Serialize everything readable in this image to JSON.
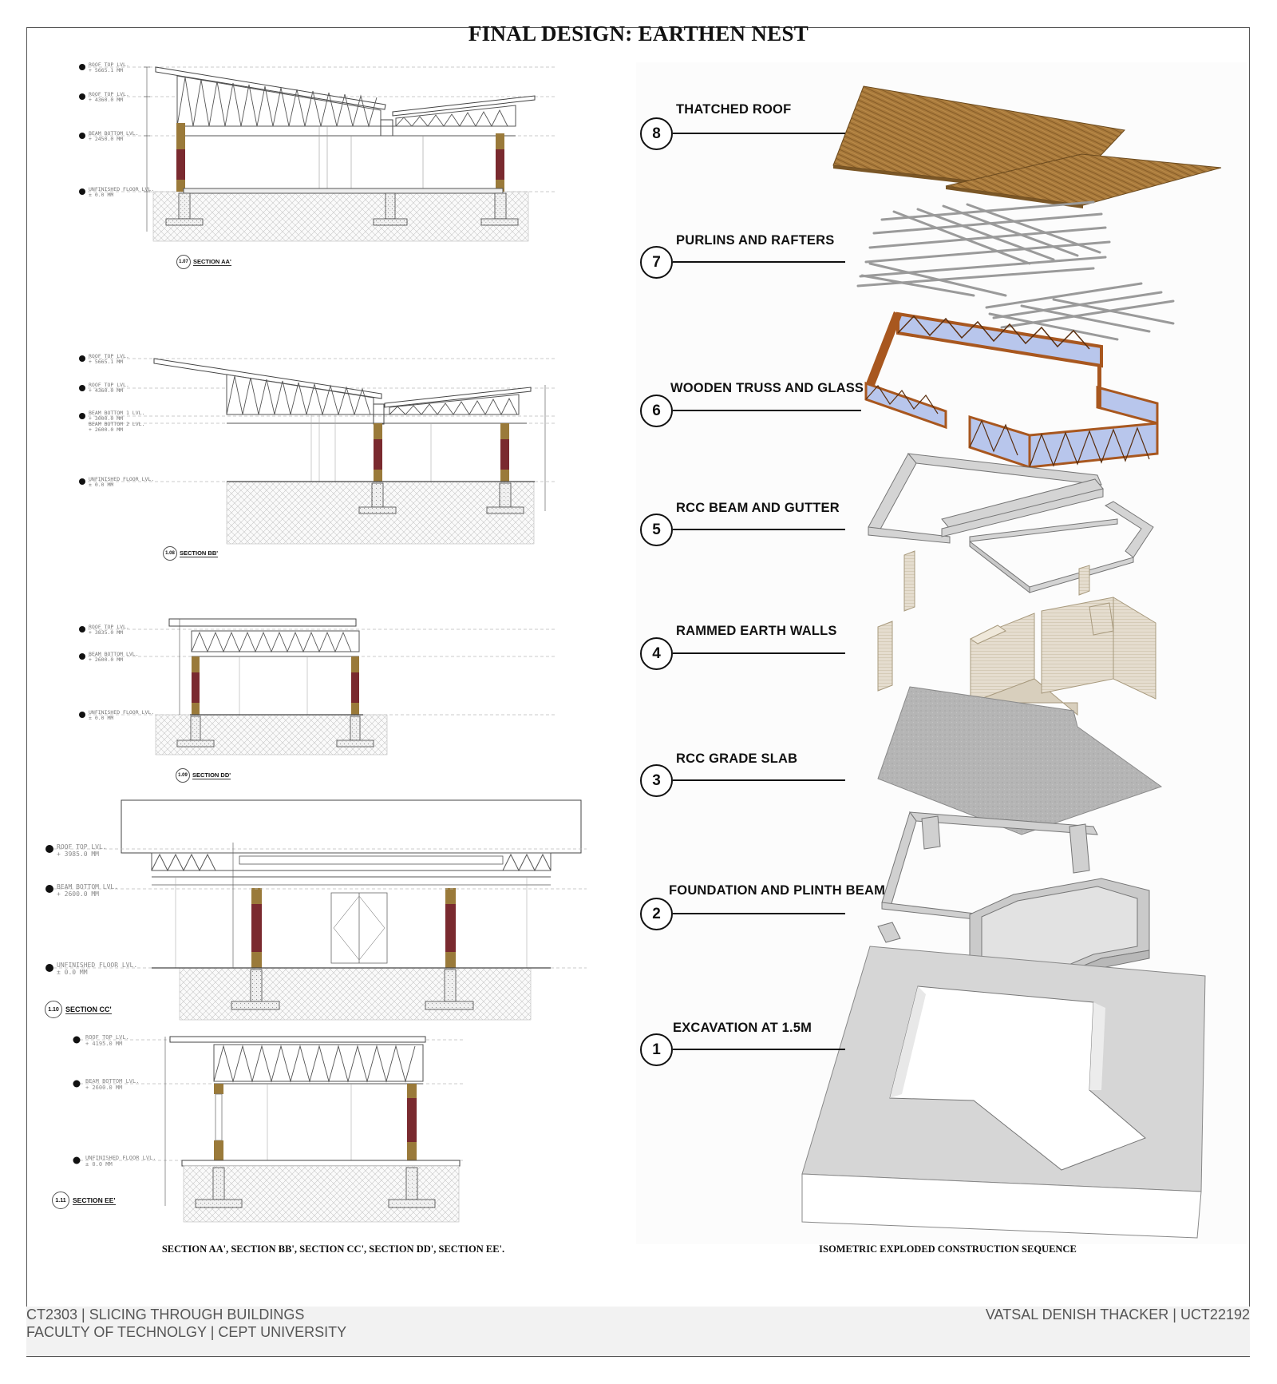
{
  "title": "FINAL DESIGN: EARTHEN NEST",
  "sections": [
    {
      "number": "1.07",
      "title": "SECTION AA'",
      "levels": [
        {
          "label": "ROOF TOP LVL.",
          "value": "+ 5665.1 MM"
        },
        {
          "label": "ROOF TOP LVL.",
          "value": "+ 4360.0 MM"
        },
        {
          "label": "BEAM BOTTOM LVL.",
          "value": "+ 2450.0 MM"
        },
        {
          "label": "UNFINISHED FLOOR LVL.",
          "value": "± 0.0 MM"
        }
      ]
    },
    {
      "number": "1.08",
      "title": "SECTION BB'",
      "levels": [
        {
          "label": "ROOF TOP LVL.",
          "value": "+ 5665.1 MM"
        },
        {
          "label": "ROOF TOP LVL.",
          "value": "+ 4360.0 MM"
        },
        {
          "label": "BEAM BOTTOM 1 LVL.",
          "value": "+ 3000.0 MM"
        },
        {
          "label": "BEAM BOTTOM 2 LVL.",
          "value": "+ 2600.0 MM"
        },
        {
          "label": "UNFINISHED FLOOR LVL.",
          "value": "± 0.0 MM"
        }
      ]
    },
    {
      "number": "1.09",
      "title": "SECTION DD'",
      "levels": [
        {
          "label": "ROOF TOP LVL.",
          "value": "+ 3835.0 MM"
        },
        {
          "label": "BEAM BOTTOM LVL.",
          "value": "+ 2600.0 MM"
        },
        {
          "label": "UNFINISHED FLOOR LVL.",
          "value": "± 0.0 MM"
        }
      ]
    },
    {
      "number": "1.10",
      "title": "SECTION CC'",
      "levels": [
        {
          "label": "ROOF TOP LVL.",
          "value": "+ 3985.0 MM"
        },
        {
          "label": "BEAM BOTTOM LVL.",
          "value": "+ 2600.0 MM"
        },
        {
          "label": "UNFINISHED FLOOR LVL.",
          "value": "± 0.0 MM"
        }
      ]
    },
    {
      "number": "1.11",
      "title": "SECTION EE'",
      "levels": [
        {
          "label": "ROOF TOP LVL.",
          "value": "+ 4195.0 MM"
        },
        {
          "label": "BEAM BOTTOM LVL.",
          "value": "+ 2600.0 MM"
        },
        {
          "label": "UNFINISHED FLOOR LVL.",
          "value": "± 0.0 MM"
        }
      ]
    }
  ],
  "sections_caption": "SECTION AA', SECTION BB', SECTION CC', SECTION DD',  SECTION EE'.",
  "sequence": [
    {
      "number": "8",
      "label": "THATCHED ROOF"
    },
    {
      "number": "7",
      "label": "PURLINS AND RAFTERS"
    },
    {
      "number": "6",
      "label": "WOODEN TRUSS AND GLASS"
    },
    {
      "number": "5",
      "label": "RCC BEAM AND GUTTER"
    },
    {
      "number": "4",
      "label": "RAMMED EARTH WALLS"
    },
    {
      "number": "3",
      "label": "RCC GRADE SLAB"
    },
    {
      "number": "2",
      "label": "FOUNDATION AND PLINTH BEAM"
    },
    {
      "number": "1",
      "label": "EXCAVATION AT 1.5M"
    }
  ],
  "sequence_caption": "ISOMETRIC EXPLODED CONSTRUCTION SEQUENCE",
  "footer": {
    "course": "CT2303  |  SLICING THROUGH BUILDINGS",
    "faculty": "FACULTY OF TECHNOLGY  |  CEPT UNIVERSITY",
    "author": "VATSAL DENISH THACKER  |  UCT22192"
  },
  "colors": {
    "thatch": "#a0753a",
    "truss": "#b5652a",
    "glass": "#b8c6ec",
    "concrete": "#c8c8c8",
    "rammed_earth": "#e3dccd",
    "column_maroon": "#7a2a2f",
    "column_ochre": "#9a7a3a"
  }
}
